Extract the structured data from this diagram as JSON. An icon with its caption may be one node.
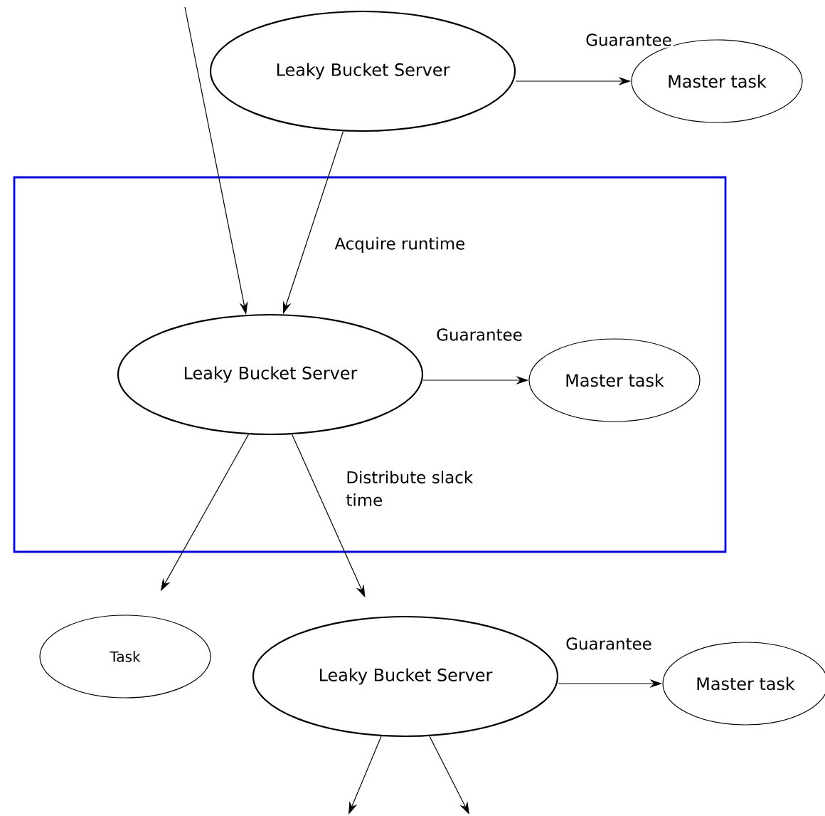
{
  "diagram": {
    "nodes": [
      {
        "text": [
          "Leaky Bucket Server"
        ]
      },
      {
        "text": [
          "Master task"
        ]
      },
      {
        "text": [],
        "shape": "box"
      },
      {
        "text": [
          "Leaky Bucket Server"
        ],
        "in": 2
      },
      {
        "text": [
          "Master task"
        ],
        "in": 2
      },
      {
        "text": [
          "Task"
        ]
      },
      {
        "text": [
          "Leaky Bucket Server"
        ]
      },
      {
        "text": [
          "Master task"
        ]
      }
    ],
    "edges": [
      {
        "from": null,
        "to": 3,
        "arrow": "to"
      },
      {
        "from": 0,
        "to": 3,
        "arrow": "to",
        "label": "Acquire runtime"
      },
      {
        "from": 0,
        "to": 1,
        "arrow": "to",
        "label": "Guarantee"
      },
      {
        "from": 3,
        "to": 4,
        "arrow": "to",
        "label": "Guarantee"
      },
      {
        "from": 3,
        "to": 5,
        "arrow": "to"
      },
      {
        "from": 3,
        "to": 6,
        "arrow": "to",
        "label": "Distribute slack time"
      },
      {
        "from": 6,
        "to": 7,
        "arrow": "to",
        "label": "Guarantee"
      },
      {
        "from": 6,
        "to": null,
        "arrow": "to"
      },
      {
        "from": 6,
        "to": null,
        "arrow": "to"
      }
    ]
  }
}
